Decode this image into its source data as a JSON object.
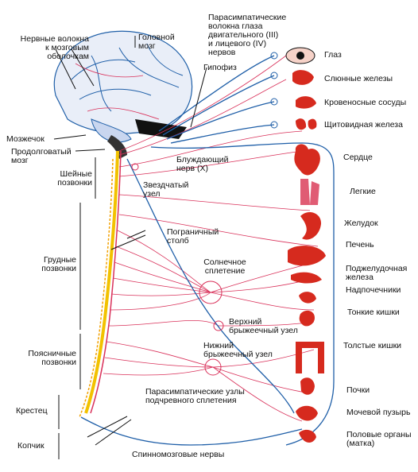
{
  "labels": {
    "nerve_fibers_to_meninges": "Нервные волокна\nк мозговым оболочкам",
    "brain": "Головной\nмозг",
    "parasympathetic_eye_fibers": "Парасимпатические\nволокна глаза\nдвигательного (III)\nи лицевого (IV)\nнервов",
    "eye": "Глаз",
    "salivary_glands": "Слюнные железы",
    "blood_vessels": "Кровеносные сосуды",
    "thyroid": "Щитовидная железа",
    "pituitary": "Гипофиз",
    "cerebellum": "Мозжечок",
    "medulla": "Продолговатый\nмозг",
    "vagus_nerve": "Блуждающий\nнерв (X)",
    "heart": "Сердце",
    "cervical_vertebrae": "Шейные\nпозвонки",
    "stellate_ganglion": "Звездчатый\nузел",
    "lungs": "Легкие",
    "stomach": "Желудок",
    "border_column": "Пограничный\nстолб",
    "liver": "Печень",
    "thoracic_vertebrae": "Грудные\nпозвонки",
    "solar_plexus": "Солнечное\nсплетение",
    "pancreas": "Поджелудочная\nжелеза",
    "adrenals": "Надпочечники",
    "small_intestine": "Тонкие кишки",
    "superior_mesenteric": "Верхний\nбрыжеечный узел",
    "large_intestine": "Толстые кишки",
    "lumbar_vertebrae": "Поясничные\nпозвонки",
    "inferior_mesenteric": "Нижний\nбрыжеечный узел",
    "kidneys": "Почки",
    "hypogastric": "Парасимпатические узлы\nподчревного сплетения",
    "sacrum": "Крестец",
    "bladder": "Мочевой пузырь",
    "genitals": "Половые органы\n(матка)",
    "coccyx": "Копчик",
    "spinal_nerves": "Спинномозговые нервы"
  },
  "colors": {
    "sympathetic": "#d9315a",
    "parasympathetic": "#1f5fa8",
    "organ": "#d62a1e",
    "spinal_cord": "#f2c200"
  }
}
